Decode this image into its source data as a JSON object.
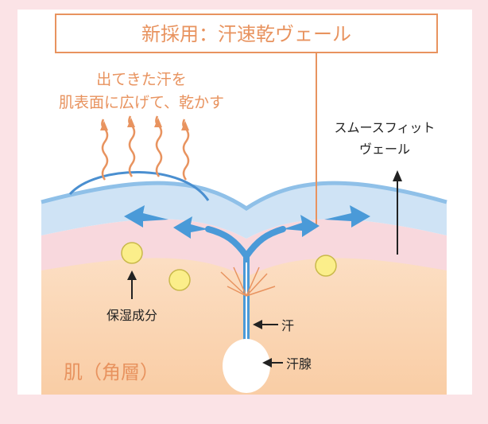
{
  "title": "新採用：汗速乾ヴェール",
  "caption_sweat_spread": [
    "出てきた汗を",
    "肌表面に広げて、乾かす"
  ],
  "label_smooth_fit": [
    "スムースフィット",
    "ヴェール"
  ],
  "label_moisture": "保湿成分",
  "label_sweat": "汗",
  "label_sweat_gland": "汗腺",
  "label_skin": "肌（角層）",
  "colors": {
    "frame_background": "#fbe3e6",
    "panel_background": "#ffffff",
    "accent_orange": "#e8935f",
    "veil_blue": "#cfe3f5",
    "veil_edge_blue": "#5ea3dc",
    "arrow_blue": "#4a9ad8",
    "pink_layer": "#f8d8dd",
    "skin_layer": "#fbd8b8",
    "moisture_yellow": "#fbee8a"
  },
  "icons": [
    "heat-wave-icon",
    "upward-arrow-icon",
    "spread-arrow-icon",
    "moisture-droplet-icon",
    "sweat-gland-icon"
  ]
}
